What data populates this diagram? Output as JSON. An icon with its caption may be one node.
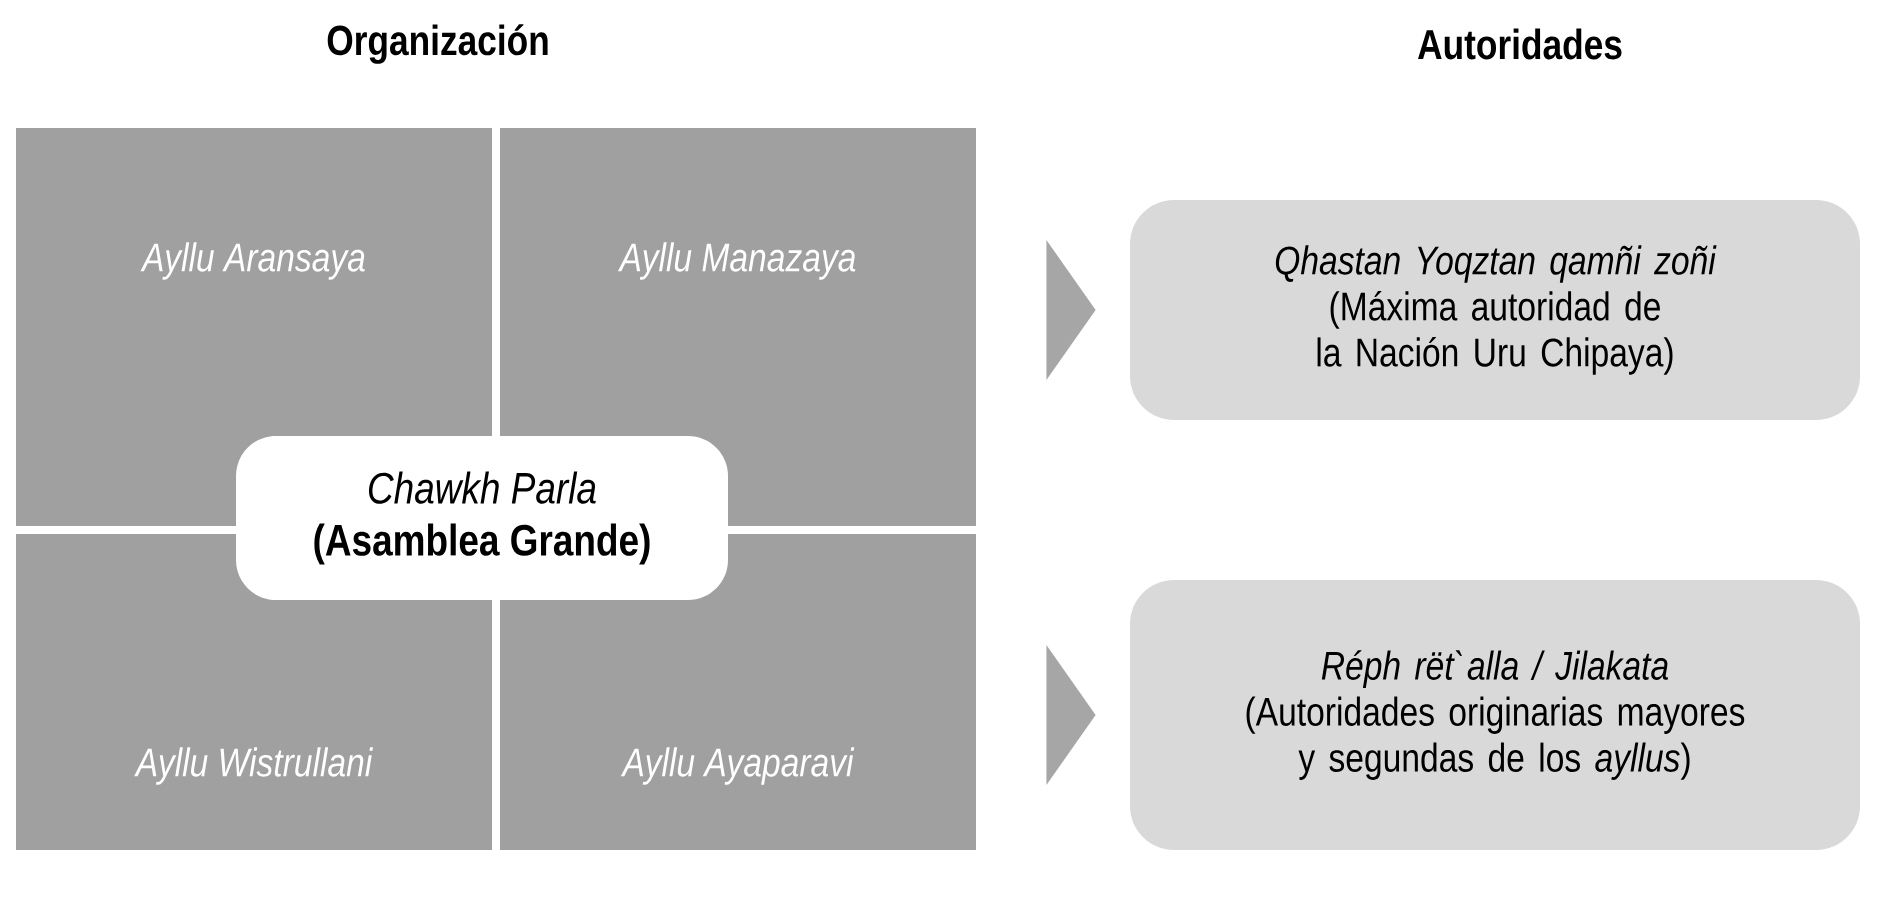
{
  "diagram": {
    "nodes": [
      {
        "text": [
          "Ayllu Aransaya"
        ]
      },
      {
        "text": [
          "Ayllu Manazaya"
        ]
      },
      {
        "text": [
          "Chawkh Parla",
          "(Asamblea Grande)"
        ]
      },
      {
        "text": [
          "Ayllu Wistrullani"
        ]
      },
      {
        "text": [
          "Ayllu Ayaparavi"
        ]
      },
      {
        "text": [
          "Qhastan Yoqztan qamñi zoñi",
          "(Máxima autoridad de la Nación Uru Chipaya)"
        ]
      },
      {
        "text": [
          "Réph rët`alla / Jilakata",
          "(Autoridades originarias mayores y segundas de los *ayllus*)"
        ]
      }
    ],
    "edges": [
      {
        "from": 1,
        "to": 5,
        "arrow": "to"
      },
      {
        "from": 4,
        "to": 6,
        "arrow": "to"
      }
    ],
    "labels": [
      "Organización",
      "Autoridades"
    ]
  }
}
